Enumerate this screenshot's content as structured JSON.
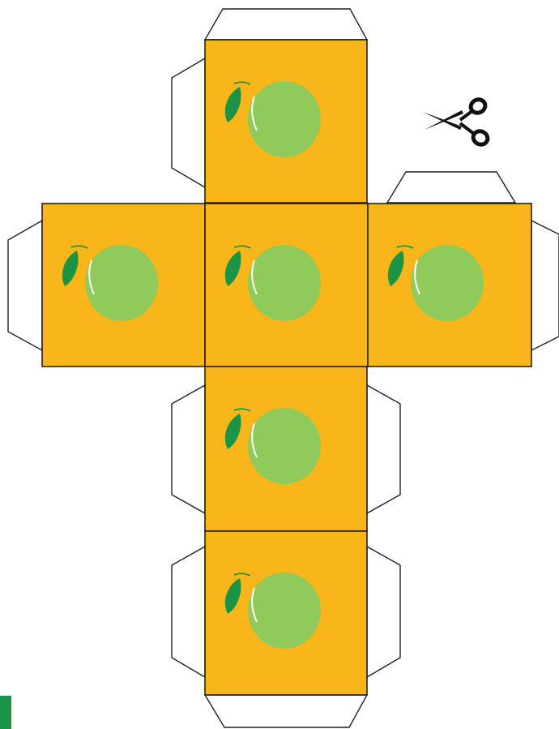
{
  "colors": {
    "face": "#f9b61a",
    "apple": "#90ca5a",
    "apple_shine": "#ffffff",
    "leaf": "#1b9446",
    "stem": "#1b9446",
    "outline": "#231f20",
    "tab_fill": "#ffffff",
    "corner_mark": "#1b9446",
    "scissors": "#111111"
  },
  "faces": [
    {
      "id": "top",
      "motif": "green-apple-icon"
    },
    {
      "id": "left",
      "motif": "green-apple-icon"
    },
    {
      "id": "center",
      "motif": "green-apple-icon"
    },
    {
      "id": "right",
      "motif": "green-apple-icon"
    },
    {
      "id": "lower",
      "motif": "green-apple-icon"
    },
    {
      "id": "bottom",
      "motif": "green-apple-icon"
    }
  ],
  "icons": {
    "cut_marker": "scissors-icon"
  }
}
